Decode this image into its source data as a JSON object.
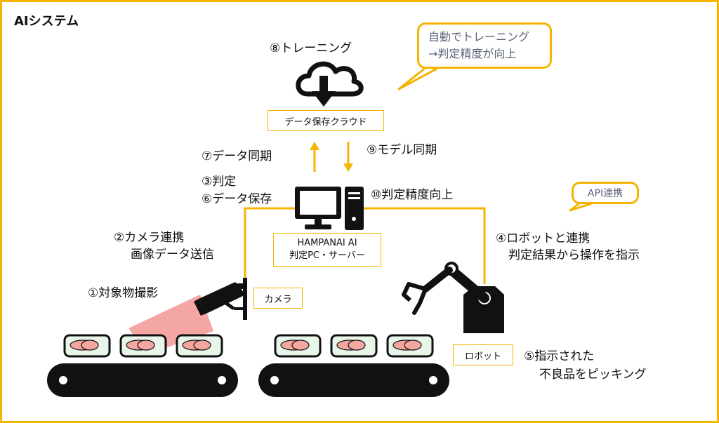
{
  "title": "AIシステム",
  "steps": {
    "s8": "⑧トレーニング",
    "s7": "⑦データ同期",
    "s9": "⑨モデル同期",
    "s3": "③判定",
    "s6": "⑥データ保存",
    "s10": "⑩判定精度向上",
    "s2_line1": "②カメラ連携",
    "s2_line2": "画像データ送信",
    "s1": "①対象物撮影",
    "s4_line1": "④ロボットと連携",
    "s4_line2": "判定結果から操作を指示",
    "s5_line1": "⑤指示された",
    "s5_line2": "不良品をピッキング"
  },
  "boxes": {
    "cloud": "データ保存クラウド",
    "pc_line1": "HAMPANAI AI",
    "pc_line2": "判定PC・サーバー",
    "camera": "カメラ",
    "robot": "ロボット"
  },
  "callouts": {
    "training_line1": "自動でトレーニング",
    "training_line2": "→判定精度が向上",
    "api": "API連携"
  },
  "colors": {
    "accent": "#f4b400",
    "dark": "#111111",
    "callout_text": "#5b6377",
    "plate_fill": "#e8f5e9",
    "sushi": "#f4a6a0",
    "beam": "#e53935"
  },
  "icons": [
    "cloud-download-icon",
    "computer-icon",
    "camera-icon",
    "robot-arm-icon",
    "conveyor-belt-icon",
    "sushi-plate-icon"
  ]
}
